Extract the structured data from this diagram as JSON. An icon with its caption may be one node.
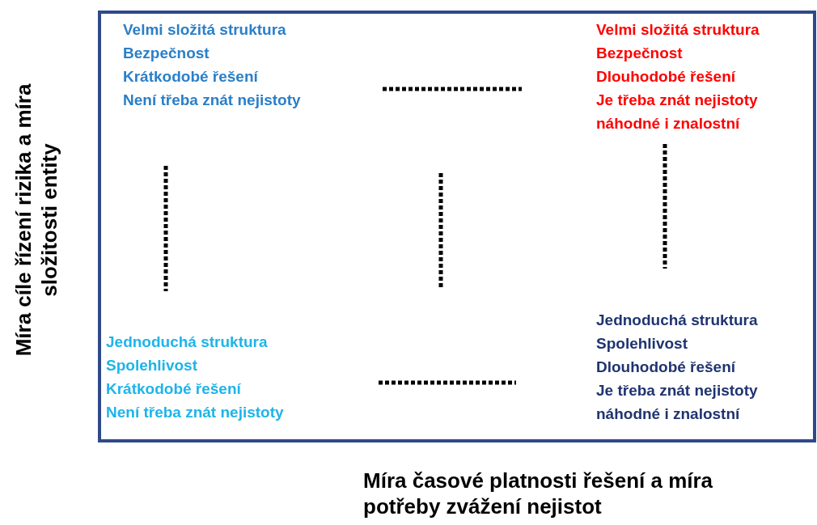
{
  "diagram": {
    "labels": [
      "Míra cíle řízení rizika a míra složitosti entity",
      "Velmi složitá struktura",
      "Bezpečnost",
      "Krátkodobé řešení",
      "Není třeba znát nejistoty",
      "Velmi složitá struktura",
      "Bezpečnost",
      "Dlouhodobé řešení",
      "Je třeba znát nejistoty náhodné i znalostní",
      "Jednoduchá struktura",
      "Spolehlivost",
      "Krátkodobé řešení",
      "Není třeba znát nejistoty",
      "Jednoduchá struktura",
      "Spolehlivost",
      "Dlouhodobé řešení",
      "Je třeba znát nejistoty náhodné i znalostní",
      "Míra časové platnosti řešení a míra potřeby zvážení nejistot"
    ]
  }
}
